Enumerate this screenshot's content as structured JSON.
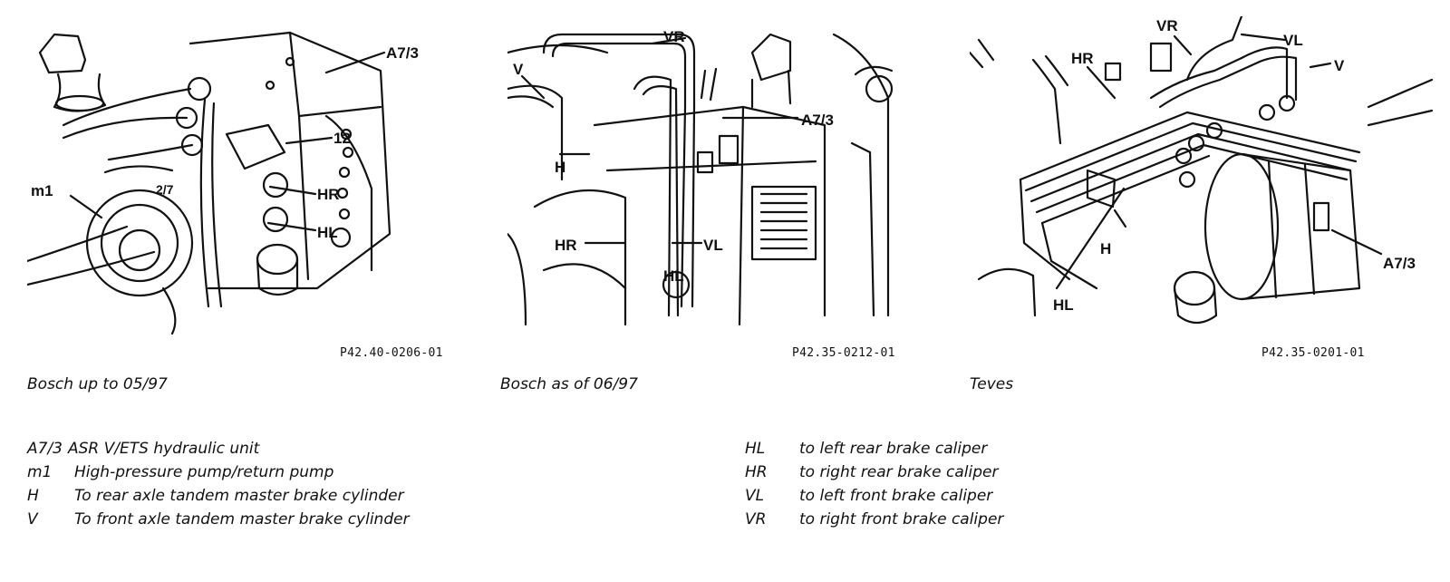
{
  "panels": [
    {
      "figure_id": "P42.40-0206-01",
      "caption": "Bosch up to 05/97",
      "callouts": [
        "A7/3",
        "12",
        "m1",
        "HR",
        "HL",
        "2/7"
      ]
    },
    {
      "figure_id": "P42.35-0212-01",
      "caption": "Bosch as of 06/97",
      "callouts": [
        "VR",
        "V",
        "A7/3",
        "H",
        "HR",
        "VL",
        "HL"
      ]
    },
    {
      "figure_id": "P42.35-0201-01",
      "caption": "Teves",
      "callouts": [
        "VR",
        "VL",
        "HR",
        "V",
        "H",
        "HL",
        "A7/3"
      ]
    }
  ],
  "legend_left": [
    {
      "key": "A7/3",
      "text": "ASR V/ETS hydraulic unit"
    },
    {
      "key": "m1",
      "text": "High-pressure pump/return pump"
    },
    {
      "key": "H",
      "text": "To rear axle tandem master brake cylinder"
    },
    {
      "key": "V",
      "text": "To front axle tandem master brake cylinder"
    }
  ],
  "legend_right": [
    {
      "key": "HL",
      "text": "to left rear brake caliper"
    },
    {
      "key": "HR",
      "text": "to right rear brake caliper"
    },
    {
      "key": "VL",
      "text": "to left front brake caliper"
    },
    {
      "key": "VR",
      "text": "to right front brake caliper"
    }
  ]
}
